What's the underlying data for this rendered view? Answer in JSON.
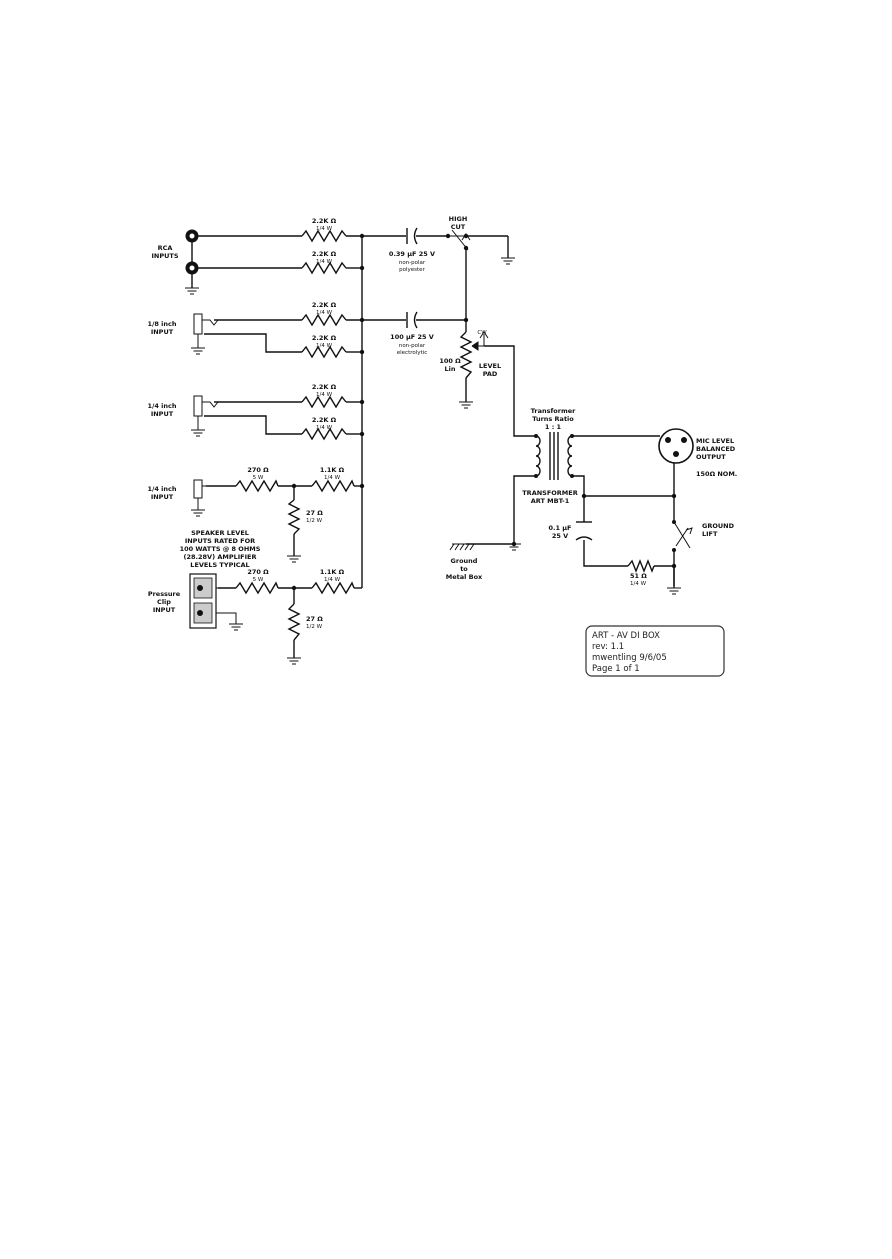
{
  "labels": {
    "rca_inputs": [
      "RCA",
      "INPUTS"
    ],
    "eighth_input": [
      "1/8 inch",
      "INPUT"
    ],
    "quarter_input_1": [
      "1/4 inch",
      "INPUT"
    ],
    "quarter_input_2": [
      "1/4 inch",
      "INPUT"
    ],
    "speaker_note": [
      "SPEAKER LEVEL",
      "INPUTS RATED FOR",
      "100 WATTS @ 8 OHMS",
      "(28.28V) AMPLIFIER",
      "LEVELS TYPICAL"
    ],
    "pressure_clip": [
      "Pressure",
      "Clip",
      "INPUT"
    ],
    "high_cut": [
      "HIGH",
      "CUT"
    ],
    "cap1": [
      "0.39 µF 25 V",
      "non-polar",
      "polyester"
    ],
    "cap2": [
      "100 µF 25 V",
      "non-polar",
      "electrolytic"
    ],
    "pot": [
      "100 Ω",
      "Lin"
    ],
    "pot_cw": "CW",
    "level_pad": [
      "LEVEL",
      "PAD"
    ],
    "transformer_ratio": [
      "Transformer",
      "Turns Ratio",
      "1 : 1"
    ],
    "transformer_model": [
      "TRANSFORMER",
      "ART MBT-1"
    ],
    "mic_output": [
      "MIC LEVEL",
      "BALANCED",
      "OUTPUT"
    ],
    "impedance": "150Ω NOM.",
    "ground_lift": [
      "GROUND",
      "LIFT"
    ],
    "cap3": [
      "0.1 µF",
      "25 V"
    ],
    "ground_metal": [
      "Ground",
      "to",
      "Metal Box"
    ]
  },
  "resistors": {
    "r1": [
      "2.2K Ω",
      "1/4 W"
    ],
    "r2": [
      "2.2K Ω",
      "1/4 W"
    ],
    "r3": [
      "2.2K Ω",
      "1/4 W"
    ],
    "r4": [
      "2.2K Ω",
      "1/4 W"
    ],
    "r5": [
      "2.2K Ω",
      "1/4 W"
    ],
    "r6": [
      "2.2K Ω",
      "1/4 W"
    ],
    "r7": [
      "270 Ω",
      "5 W"
    ],
    "r8": [
      "1.1K Ω",
      "1/4 W"
    ],
    "r9": [
      "27 Ω",
      "1/2 W"
    ],
    "r10": [
      "270 Ω",
      "5 W"
    ],
    "r11": [
      "1.1K Ω",
      "1/4 W"
    ],
    "r12": [
      "27 Ω",
      "1/2 W"
    ],
    "r13": [
      "51 Ω",
      "1/4 W"
    ]
  },
  "title_block": {
    "line1": "ART  -  AV DI BOX",
    "line2": "rev: 1.1",
    "line3": "mwentling 9/6/05",
    "line4": "Page 1 of 1"
  }
}
